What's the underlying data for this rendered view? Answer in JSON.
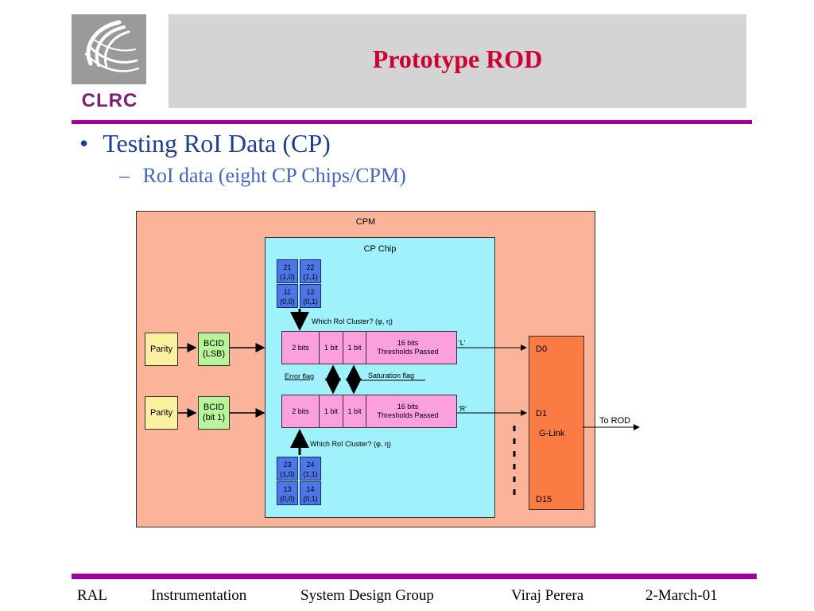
{
  "header": {
    "logo_text": "CLRC",
    "title": "Prototype ROD"
  },
  "bullets": {
    "main": "Testing RoI Data (CP)",
    "sub": "RoI data (eight CP Chips/CPM)",
    "main_marker": "•",
    "sub_marker": "–"
  },
  "diagram": {
    "cpm_label": "CPM",
    "chip_label": "CP Chip",
    "top_cells": [
      {
        "id": "21",
        "coord": "(1,0)"
      },
      {
        "id": "22",
        "coord": "(1,1)"
      },
      {
        "id": "11",
        "coord": "(0,0)"
      },
      {
        "id": "12",
        "coord": "(0,1)"
      }
    ],
    "bottom_cells": [
      {
        "id": "23",
        "coord": "(1,0)"
      },
      {
        "id": "24",
        "coord": "(1,1)"
      },
      {
        "id": "13",
        "coord": "(0,0)"
      },
      {
        "id": "14",
        "coord": "(0,1)"
      }
    ],
    "which_roi_top": "Which RoI Cluster?  (φ, η)",
    "which_roi_bottom": "Which RoI Cluster? (φ, η)",
    "reg_top": {
      "seg1": "2 bits",
      "seg2": "1 bit",
      "seg3": "1 bit",
      "seg4_a": "16 bits",
      "seg4_b": "Thresholds Passed"
    },
    "reg_bottom": {
      "seg1": "2 bits",
      "seg2": "1 bit",
      "seg3": "1 bit",
      "seg4_a": "16 bits",
      "seg4_b": "Thresholds Passed"
    },
    "error_flag": "Error flag",
    "saturation_flag": "Saturation flag",
    "parity_top": "Parity",
    "parity_bottom": "Parity",
    "bcid_top_a": "BCID",
    "bcid_top_b": "(LSB)",
    "bcid_bottom_a": "BCID",
    "bcid_bottom_b": "(bit 1)",
    "l_label": "'L'",
    "r_label": "'R'",
    "d0": "D0",
    "d1": "D1",
    "glink": "G-Link",
    "d15": "D15",
    "to_rod": "To ROD"
  },
  "footer": {
    "org": "RAL",
    "dept": "Instrumentation",
    "group": "System Design Group",
    "author": "Viraj Perera",
    "date": "2-March-01"
  },
  "colors": {
    "title": "#cc0033",
    "rule": "#a000a0",
    "bullet_main": "#1f3f8f",
    "bullet_sub": "#4466bb",
    "cpm_fill": "#fbb49a",
    "chip_fill": "#9ff1fb",
    "cell_fill": "#4d77e8",
    "register_fill": "#fb9fde",
    "glink_fill": "#fb7b45",
    "parity_fill": "#fdf0a0",
    "bcid_fill": "#b8f59a"
  }
}
